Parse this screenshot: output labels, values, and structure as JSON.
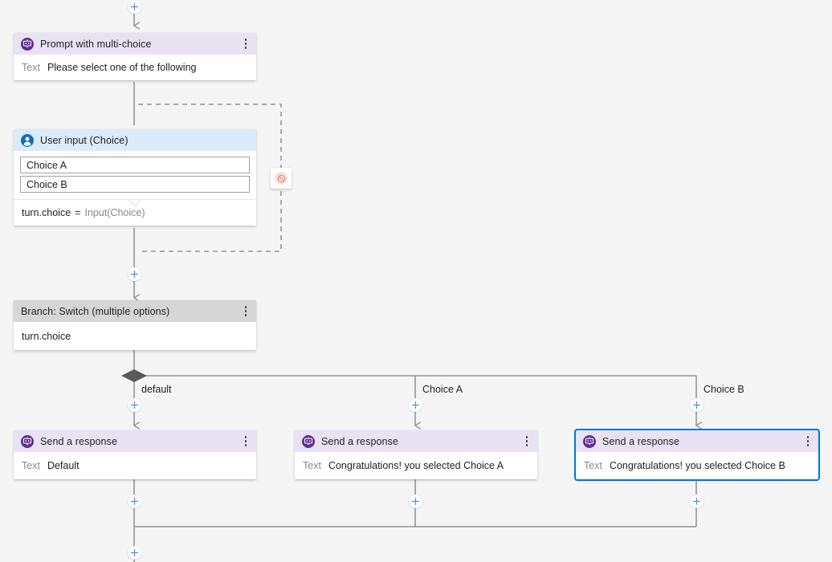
{
  "canvas": {
    "background": "#f5f5f5",
    "accent_blue": "#0078d4",
    "header_purple": "#e9e2f3",
    "header_blue": "#dcebfa",
    "header_gray": "#d6d6d6",
    "connector_gray": "#949494",
    "chip_pink": "#fbdfd7"
  },
  "nodes": {
    "prompt": {
      "title": "Prompt with multi-choice",
      "icon": "bot-message-icon",
      "body_key": "Text",
      "body_value": "Please select one of the following",
      "menu": "more-options-icon"
    },
    "user_input": {
      "title": "User input (Choice)",
      "icon": "user-icon",
      "choices": [
        "Choice A",
        "Choice B"
      ],
      "property": "turn.choice",
      "equals": "=",
      "source": "Input(Choice)",
      "menu": "more-options-icon"
    },
    "branch": {
      "title": "Branch: Switch (multiple options)",
      "body_value": "turn.choice",
      "menu": "more-options-icon"
    },
    "responses": [
      {
        "title": "Send a response",
        "icon": "bot-message-icon",
        "body_key": "Text",
        "body_value": "Default",
        "branch_label": "default",
        "selected": false,
        "menu": "more-options-icon"
      },
      {
        "title": "Send a response",
        "icon": "bot-message-icon",
        "body_key": "Text",
        "body_value": "Congratulations! you selected Choice A",
        "branch_label": "Choice A",
        "selected": false,
        "menu": "more-options-icon"
      },
      {
        "title": "Send a response",
        "icon": "bot-message-icon",
        "body_key": "Text",
        "body_value": "Congratulations! you selected Choice B",
        "branch_label": "Choice B",
        "selected": true,
        "menu": "more-options-icon"
      }
    ]
  },
  "interrupt_chip": {
    "icon": "cancel-circle-icon",
    "label": ""
  },
  "add_buttons": {
    "icon": "plus-icon",
    "count": 9
  }
}
